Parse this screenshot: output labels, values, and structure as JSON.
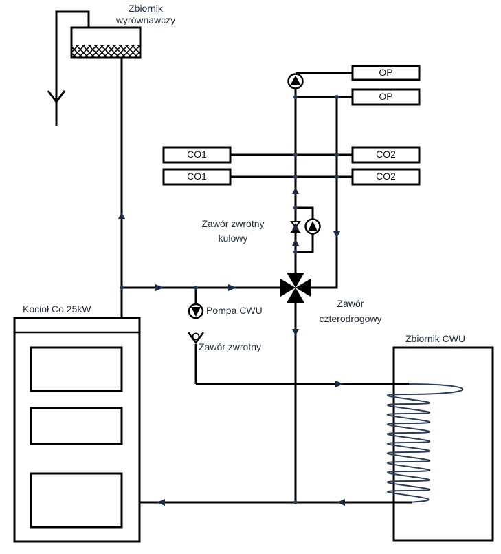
{
  "labels": {
    "expansion_tank_l1": "Zbiornik",
    "expansion_tank_l2": "wyrównawczy",
    "boiler": "Kocioł Co 25kW",
    "dhw_tank": "Zbiornik CWU",
    "dhw_pump": "Pompa CWU",
    "check_valve": "Zawór zwrotny",
    "ball_check_valve_l1": "Zawór zwrotny",
    "ball_check_valve_l2": "kulowy",
    "four_way_valve_l1": "Zawór",
    "four_way_valve_l2": "czterodrogowy"
  },
  "circuits": {
    "op_top": "OP",
    "op_bottom": "OP",
    "co1_top": "CO1",
    "co1_bottom": "CO1",
    "co2_top": "CO2",
    "co2_bottom": "CO2"
  },
  "colors": {
    "pipe": "#000000",
    "text": "#1f2b3a",
    "arrow": "#1a2a44",
    "coil": "#2c3e57"
  }
}
